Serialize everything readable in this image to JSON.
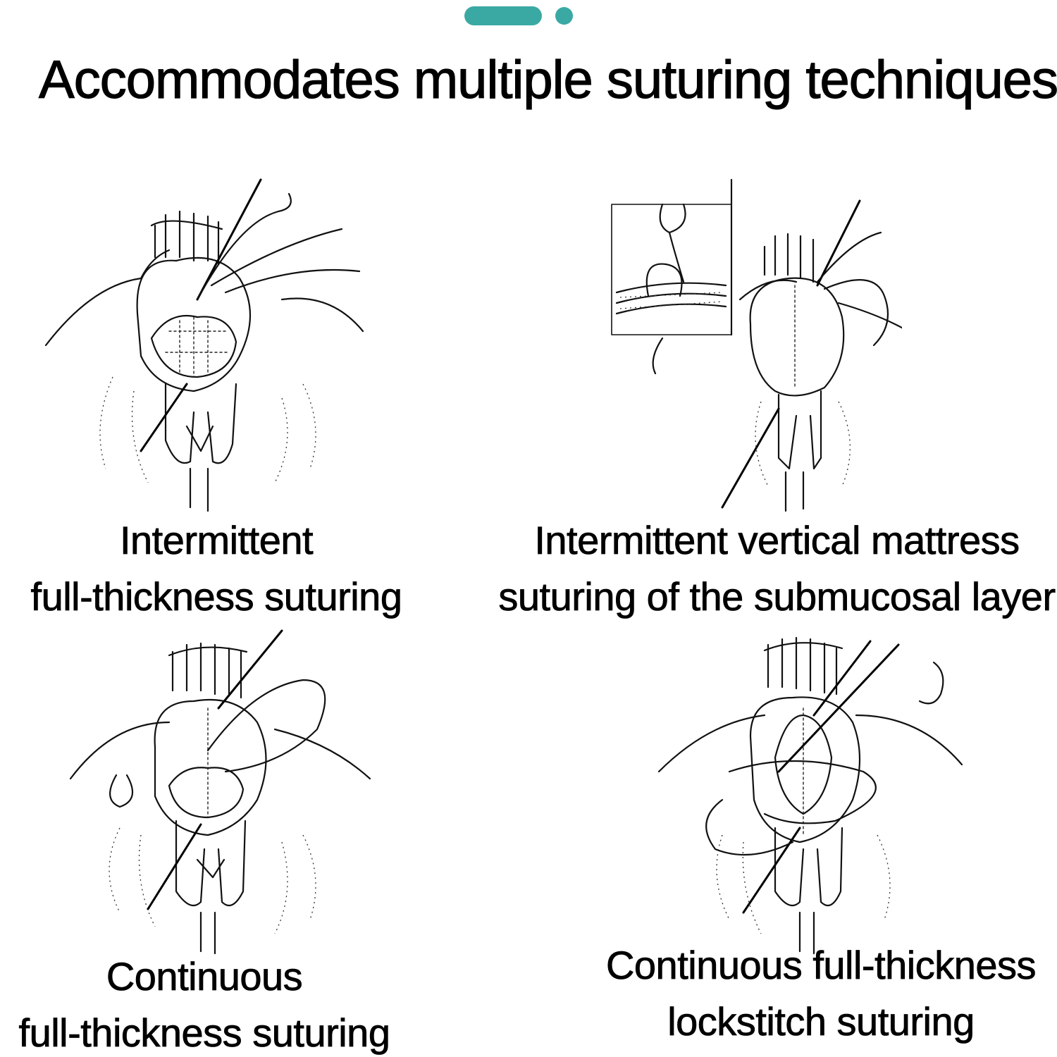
{
  "header": {
    "title": "Accommodates multiple suturing techniques"
  },
  "pager": {
    "active_color": "#3aa9a4"
  },
  "panels": [
    {
      "caption_line1": "Intermittent",
      "caption_line2": "full-thickness suturing"
    },
    {
      "caption_line1": "Intermittent vertical mattress",
      "caption_line2": "suturing of the submucosal layer"
    },
    {
      "caption_line1": "Continuous",
      "caption_line2": "full-thickness suturing"
    },
    {
      "caption_line1": "Continuous full-thickness",
      "caption_line2": "lockstitch suturing"
    }
  ]
}
